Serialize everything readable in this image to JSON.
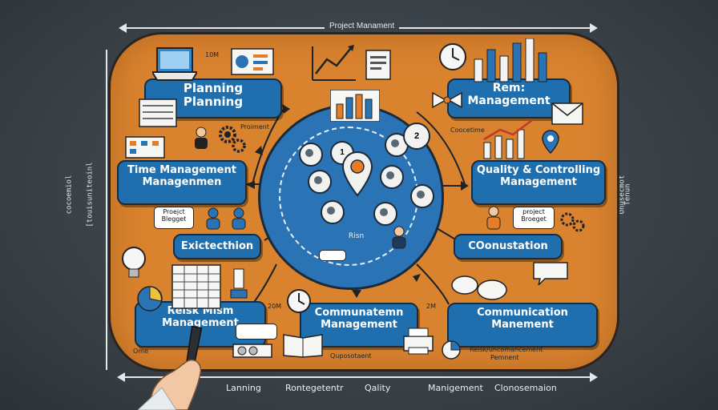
{
  "header": {
    "title": "Project Manament"
  },
  "labels": {
    "planning": {
      "line1": "Planning",
      "line2": "Planning"
    },
    "risk_top": {
      "line1": "Rem:",
      "line2": "Management"
    },
    "time": {
      "line1": "Time Management",
      "line2": "Managenmen"
    },
    "quality": {
      "line1": "Quality & Controlling",
      "line2": "Management"
    },
    "execution": {
      "line1": "Exictecthion"
    },
    "consultation": {
      "line1": "COonustation"
    },
    "risk_bottom": {
      "line1": "Reisk Mism",
      "line2": "Management"
    },
    "communication_center": {
      "line1": "Communatemn",
      "line2": "Management"
    },
    "communication_right": {
      "line1": "Communication",
      "line2": "Manement"
    }
  },
  "hub": {
    "label": "Risn",
    "node1": "1",
    "node2": "2"
  },
  "annotations": {
    "top_left_10m": "10M",
    "project_small": "Proiment",
    "cocoptime": "Coocetime",
    "project_budget_left": {
      "line1": "Proejct",
      "line2": "Blegget"
    },
    "project_budget_right": {
      "line1": "project",
      "line2": "Broeget"
    },
    "twenty_left": "20M",
    "twenty_right": "2M",
    "ome": "Ome",
    "bottom_center": "Quposotaent",
    "bottom_right_line1": "Reisk/uncomancement",
    "bottom_right_line2": "Pemnent"
  },
  "bottom_axis": [
    "Lanning",
    "Rontegetentr",
    "Qality",
    "Manigement",
    "Clonosemaion"
  ],
  "side": {
    "left_line1": "cocoemiol",
    "left_line2": "[touisuniteoinl",
    "right_line1": "Onusecmot",
    "right_line2": "Tenun"
  },
  "colors": {
    "board": "#d9832f",
    "label_blue": "#1f6fae",
    "hub_blue": "#2a73b4",
    "background": "#3a4248"
  }
}
